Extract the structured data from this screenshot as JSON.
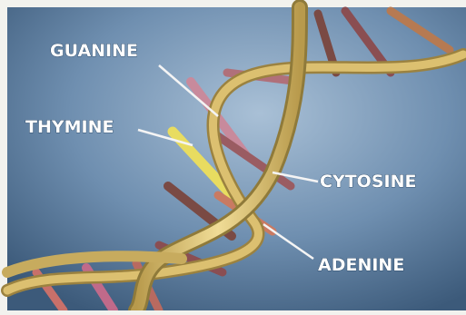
{
  "labels": {
    "guanine": "GUANINE",
    "thymine": "THYMINE",
    "cytosine": "CYTOSINE",
    "adenine": "ADENINE"
  },
  "colors": {
    "background_light": "#9db6cf",
    "background_dark": "#3f5f80",
    "backbone": "#dcc070",
    "backbone_shadow": "#8f7a3a",
    "guanine": "#c88a9c",
    "thymine": "#e8dc60",
    "cytosine": "#b0707a",
    "adenine": "#c97a62",
    "rung_dark": "#7a4a44",
    "label_text": "#ffffff",
    "leader_line": "#f4f4f4"
  }
}
